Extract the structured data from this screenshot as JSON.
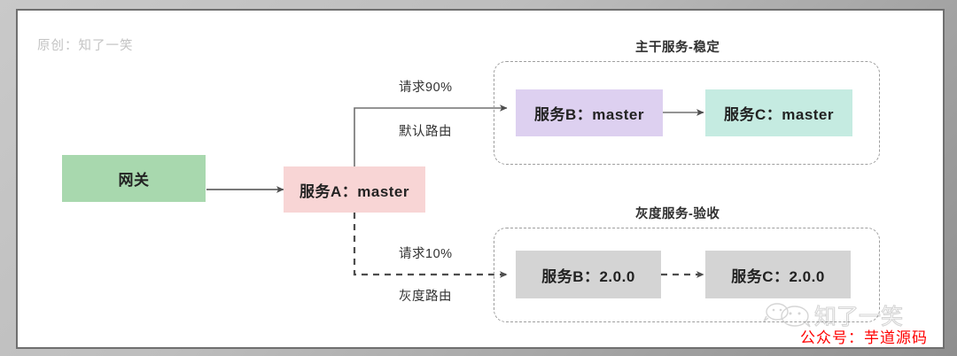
{
  "credit": "原创：知了一笑",
  "nodes": {
    "gateway": "网关",
    "service_a": "服务A：master",
    "service_b_main": "服务B：master",
    "service_c_main": "服务C：master",
    "service_b_gray": "服务B：2.0.0",
    "service_c_gray": "服务C：2.0.0"
  },
  "groups": {
    "main_title": "主干服务-稳定",
    "gray_title": "灰度服务-验收"
  },
  "edges": {
    "main_percent": "请求90%",
    "main_route": "默认路由",
    "gray_percent": "请求10%",
    "gray_route": "灰度路由"
  },
  "watermark": {
    "brand": "知了一笑",
    "account": "公众号：芋道源码"
  },
  "colors": {
    "gateway": "#a8d8ae",
    "service_a": "#f8d5d5",
    "service_b_main": "#ddd0f0",
    "service_c_main": "#c5ebe1",
    "service_gray": "#d4d4d4",
    "group_border": "#9e9e9e",
    "connector": "#4d4d4d",
    "credit_text": "#c3c3c3",
    "watermark_red": "#ff0000"
  }
}
